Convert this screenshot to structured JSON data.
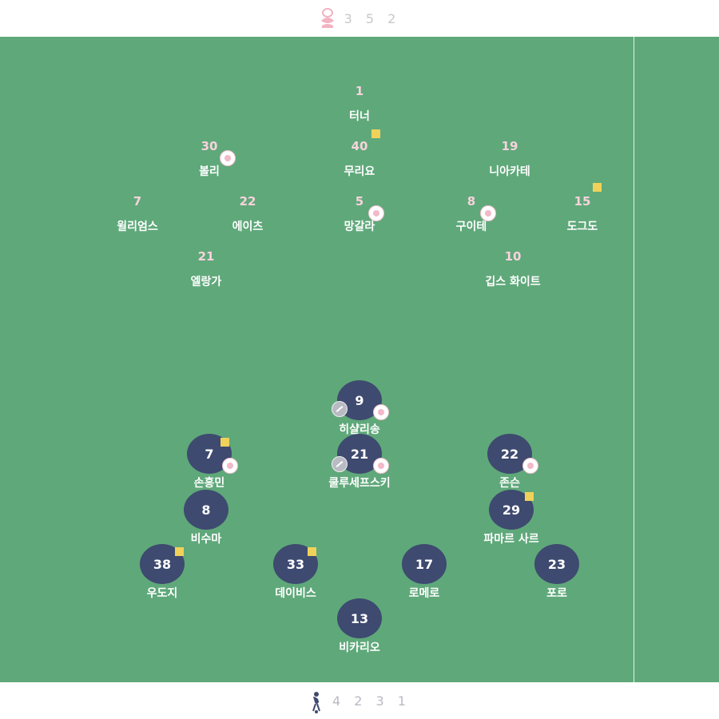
{
  "home": {
    "crest_icon": "forest-crest-icon",
    "formation": "3 5 2",
    "players": [
      {
        "num": "1",
        "name": "터너",
        "yellow": false,
        "sub": false
      },
      {
        "num": "40",
        "name": "무리요",
        "yellow": true,
        "sub": false
      },
      {
        "num": "30",
        "name": "볼리",
        "yellow": false,
        "sub": true
      },
      {
        "num": "19",
        "name": "니아카테",
        "yellow": false,
        "sub": false
      },
      {
        "num": "7",
        "name": "윌리엄스",
        "yellow": false,
        "sub": false
      },
      {
        "num": "22",
        "name": "에이츠",
        "yellow": false,
        "sub": false
      },
      {
        "num": "5",
        "name": "망갈라",
        "yellow": false,
        "sub": true
      },
      {
        "num": "8",
        "name": "구이테",
        "yellow": false,
        "sub": true
      },
      {
        "num": "15",
        "name": "도그도",
        "yellow": true,
        "sub": false
      },
      {
        "num": "21",
        "name": "엘랑가",
        "yellow": false,
        "sub": false
      },
      {
        "num": "10",
        "name": "깁스 화이트",
        "yellow": false,
        "sub": false
      }
    ]
  },
  "away": {
    "crest_icon": "spurs-cockerel-icon",
    "formation": "4 2 3 1",
    "players": [
      {
        "num": "9",
        "name": "히샬리송",
        "yellow": false,
        "sub": true,
        "goal": true
      },
      {
        "num": "7",
        "name": "손흥민",
        "yellow": true,
        "sub": true,
        "goal": false
      },
      {
        "num": "21",
        "name": "쿨루세프스키",
        "yellow": false,
        "sub": true,
        "goal": true
      },
      {
        "num": "22",
        "name": "존슨",
        "yellow": false,
        "sub": true,
        "goal": false
      },
      {
        "num": "8",
        "name": "비수마",
        "yellow": false,
        "sub": false,
        "goal": false
      },
      {
        "num": "29",
        "name": "파마르 사르",
        "yellow": true,
        "sub": false,
        "goal": false
      },
      {
        "num": "38",
        "name": "우도지",
        "yellow": true,
        "sub": false,
        "goal": false
      },
      {
        "num": "33",
        "name": "데이비스",
        "yellow": true,
        "sub": false,
        "goal": false
      },
      {
        "num": "17",
        "name": "로메로",
        "yellow": false,
        "sub": false,
        "goal": false
      },
      {
        "num": "23",
        "name": "포로",
        "yellow": false,
        "sub": false,
        "goal": false
      },
      {
        "num": "13",
        "name": "비카리오",
        "yellow": false,
        "sub": false,
        "goal": false
      }
    ]
  },
  "colors": {
    "pitch": "#5fa87a",
    "away_circle": "#3e4a6f",
    "home_number": "#f7d3dc",
    "yellow_card": "#f0d25a"
  }
}
